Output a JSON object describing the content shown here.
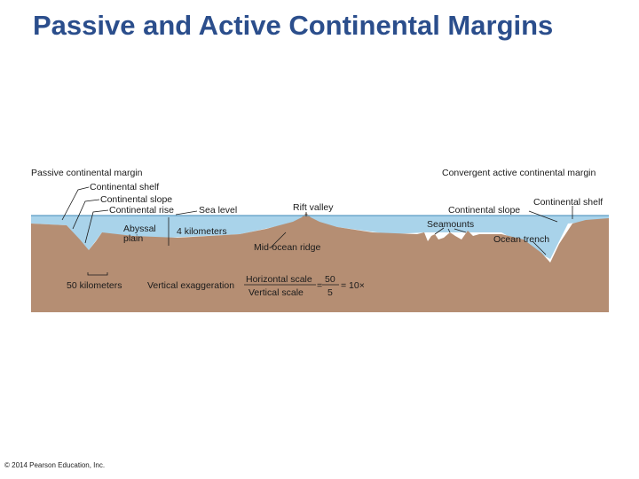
{
  "slide": {
    "title": "Passive and Active Continental Margins",
    "copyright": "© 2014 Pearson Education, Inc."
  },
  "diagram": {
    "colors": {
      "ocean": "#a9d3ea",
      "seafloor": "#b58e73",
      "water_line": "#5d9cc4"
    },
    "labels": {
      "passive_margin": "Passive continental margin",
      "continental_shelf_left": "Continental shelf",
      "continental_slope_left": "Continental slope",
      "continental_rise": "Continental rise",
      "sea_level": "Sea level",
      "rift_valley": "Rift valley",
      "abyssal_plain_1": "Abyssal",
      "abyssal_plain_2": "plain",
      "depth_4km": "4 kilometers",
      "mid_ocean_ridge": "Mid-ocean ridge",
      "seamounts": "Seamounts",
      "convergent_margin": "Convergent active continental margin",
      "continental_shelf_right": "Continental shelf",
      "continental_slope_right": "Continental slope",
      "ocean_trench": "Ocean trench",
      "scale_50km": "50 kilometers",
      "vertical_exaggeration": "Vertical exaggeration",
      "horizontal_scale": "Horizontal scale",
      "vertical_scale": "Vertical scale",
      "numerator": "50",
      "denominator": "5",
      "eq_sign": "=",
      "result": "= 10×"
    }
  }
}
